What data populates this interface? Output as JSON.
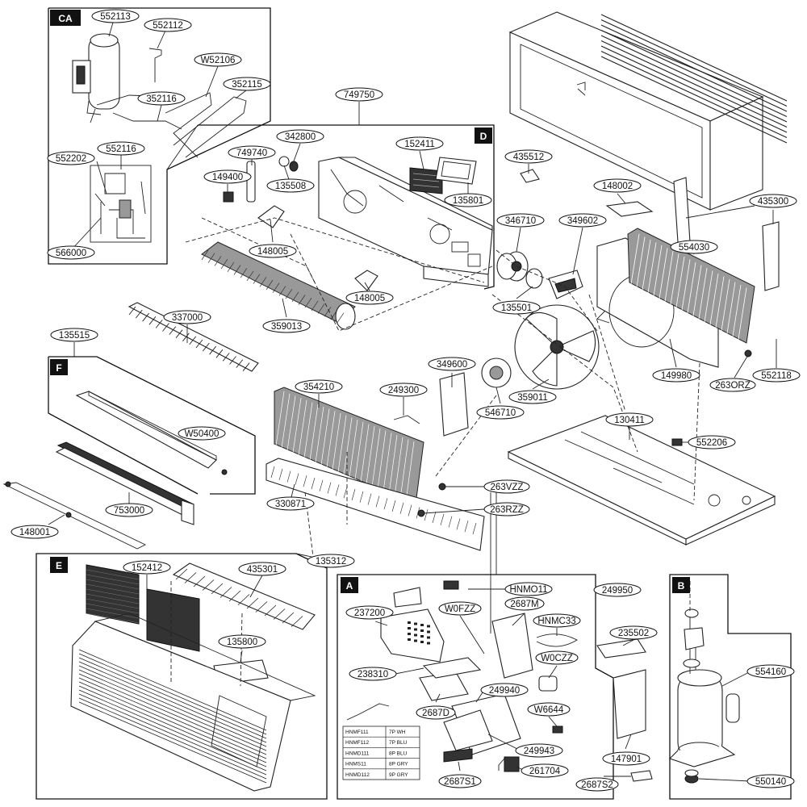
{
  "sections": {
    "CA": "CA",
    "D": "D",
    "F": "F",
    "E": "E",
    "A": "A",
    "B": "B"
  },
  "labels": {
    "l552113": "552113",
    "l552112": "552112",
    "lW52106": "W52106",
    "l352115": "352115",
    "l352116": "352116",
    "l552116": "552116",
    "l552202": "552202",
    "l566000": "566000",
    "l749750": "749750",
    "l342800": "342800",
    "l749740": "749740",
    "l149400": "149400",
    "l135508": "135508",
    "l152411": "152411",
    "l135801": "135801",
    "l148005a": "148005",
    "l148005b": "148005",
    "l359013": "359013",
    "l435512": "435512",
    "l148002": "148002",
    "l435300": "435300",
    "l346710": "346710",
    "l349602": "349602",
    "l554030": "554030",
    "l135501": "135501",
    "l337000": "337000",
    "l149980": "149980",
    "l552118": "552118",
    "l263ORZ": "263ORZ",
    "l135515": "135515",
    "l349600": "349600",
    "l249300": "249300",
    "l354210": "354210",
    "l359011": "359011",
    "l546710": "546710",
    "l130411": "130411",
    "lW50400": "W50400",
    "l552206": "552206",
    "l753000": "753000",
    "l263VZZ": "263VZZ",
    "l263RZZ": "263RZZ",
    "l148001": "148001",
    "l330871": "330871",
    "l135312": "135312",
    "l152412": "152412",
    "l435301": "435301",
    "l135800": "135800",
    "lHNMO11": "HNMO11",
    "l249950": "249950",
    "l237200": "237200",
    "lW0FZZ": "W0FZZ",
    "l2687M": "2687M",
    "lHNMC33": "HNMC33",
    "l235502": "235502",
    "lW0CZZ": "W0CZZ",
    "l238310": "238310",
    "l249940": "249940",
    "l2687D": "2687D",
    "lW6644": "W6644",
    "l249943": "249943",
    "l261704": "261704",
    "l2687S1": "2687S1",
    "l147901": "147901",
    "l2687S2": "2687S2",
    "l554160": "554160",
    "l550140": "550140"
  },
  "harness_table": [
    {
      "code": "HNMF111",
      "desc": "7P WH"
    },
    {
      "code": "HNMF112",
      "desc": "7P BLU"
    },
    {
      "code": "HNMD111",
      "desc": "8P BLU"
    },
    {
      "code": "HNMS11",
      "desc": "8P GRY"
    },
    {
      "code": "HNMD112",
      "desc": "9P GRY"
    }
  ]
}
